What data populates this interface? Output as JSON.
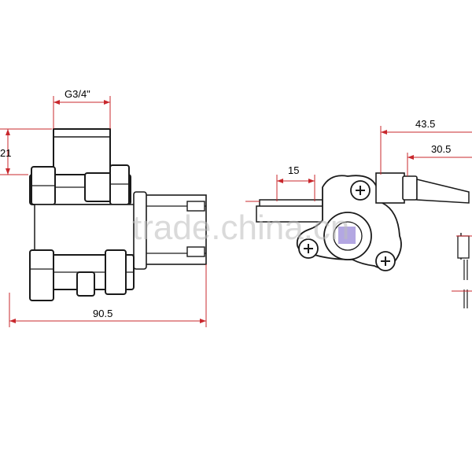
{
  "dimensions": {
    "thread": "G3/4\"",
    "height_left": "21",
    "width_total": "90.5",
    "stem": "15",
    "overall_right": "43.5",
    "tab_right": "30.5"
  },
  "watermark": "trade.china.cn",
  "colors": {
    "dimension_line": "#c8282d",
    "outline": "#1a1a1a",
    "fill": "#ffffff",
    "sensor_tint": "#9a8ad8"
  }
}
